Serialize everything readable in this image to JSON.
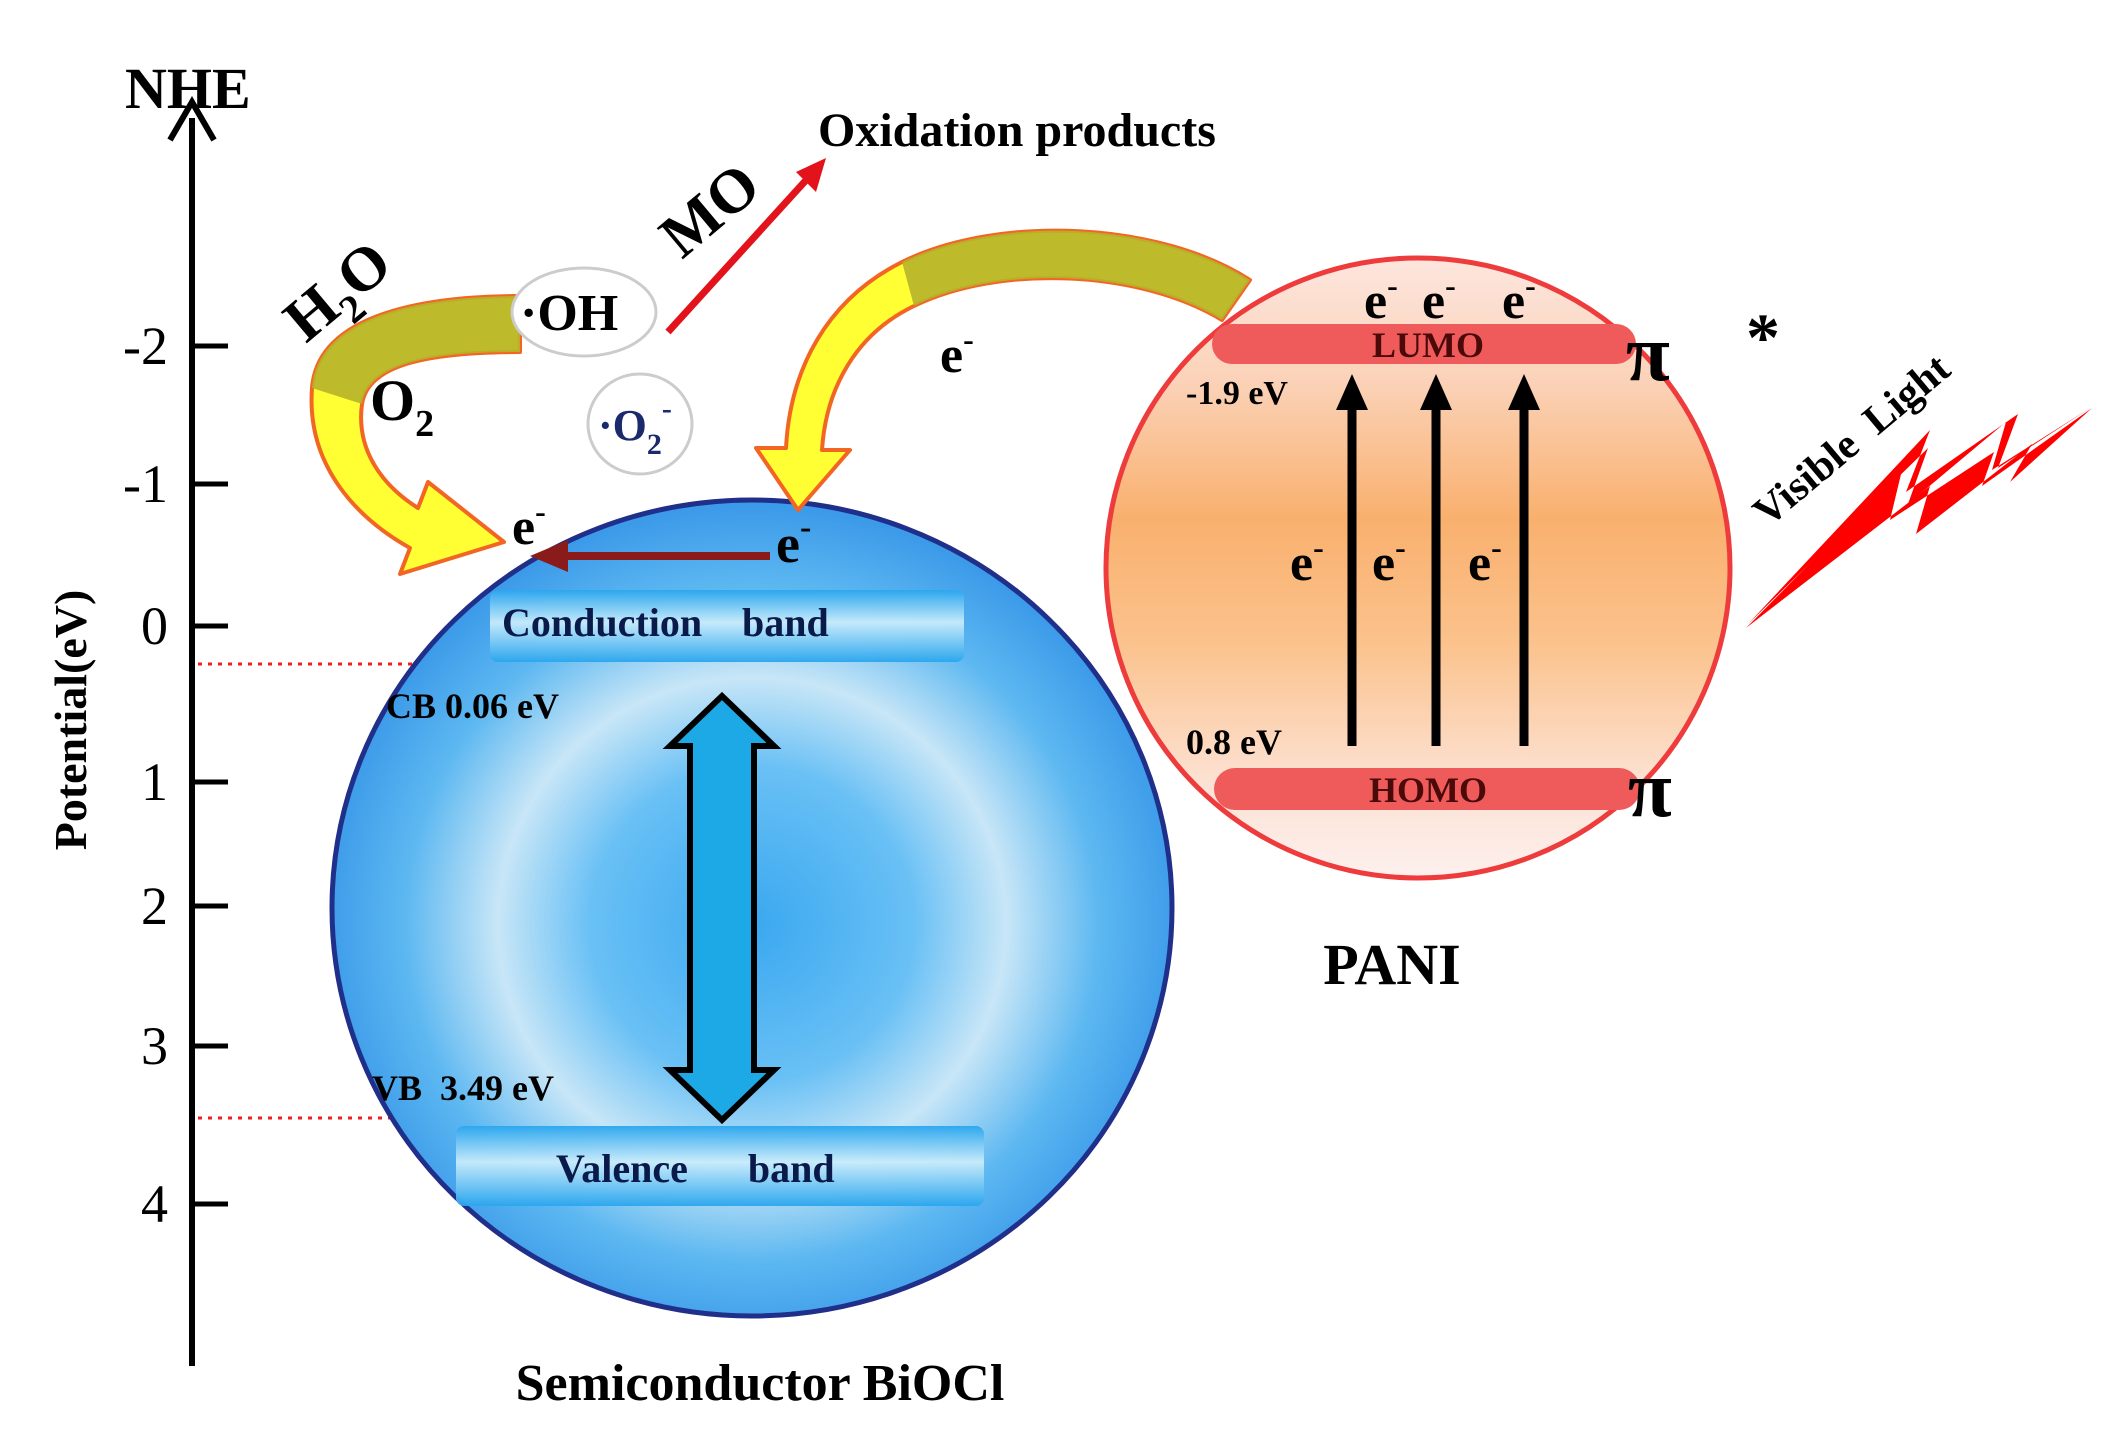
{
  "axis": {
    "title": "NHE",
    "label": "Potential(eV)",
    "ticks": [
      "-2",
      "-1",
      "0",
      "1",
      "2",
      "3",
      "4"
    ]
  },
  "biocl": {
    "name": "Semiconductor BiOCl",
    "conduction_band": "Conduction    band",
    "valence_band": "Valence      band",
    "cb_label": "CB 0.06 eV",
    "vb_label": "VB  3.49 eV",
    "cb_electron": "e",
    "cb_electron_sup": "-",
    "transfer_electron": "e",
    "transfer_electron_sup": "-"
  },
  "pani": {
    "name": "PANI",
    "lumo": "LUMO",
    "homo": "HOMO",
    "lumo_energy": "-1.9 eV",
    "homo_energy": "0.8 eV",
    "pi_star": "π",
    "star": "*",
    "pi": "π",
    "electron": "e",
    "electron_sup": "-"
  },
  "reactions": {
    "h2o": "H",
    "h2o_sub": "2",
    "h2o_o": "O",
    "oh": "·OH",
    "o2": "O",
    "o2_sub": "2",
    "superoxide": "·O",
    "superoxide_sub": "2",
    "superoxide_sup": "-",
    "mo": "MO",
    "products": "Oxidation products",
    "free_electron": "e",
    "free_electron_sup": "-"
  },
  "light": {
    "label": "Visible  Light"
  },
  "colors": {
    "biocl_sphere": "#5bb6f2",
    "biocl_edge": "#1f2f8a",
    "pani_sphere": "#f7b27a",
    "pani_edge": "#ee3b3b",
    "band_bar": "#ef5b5b",
    "arrow_yellow": "#ffff33",
    "arrow_olive": "#b6b42a",
    "reaction_arrow": "#e3131b",
    "transfer_arrow": "#8b1a1a",
    "dotted_guide": "#ee2222",
    "double_arrow": "#1da9e6"
  }
}
